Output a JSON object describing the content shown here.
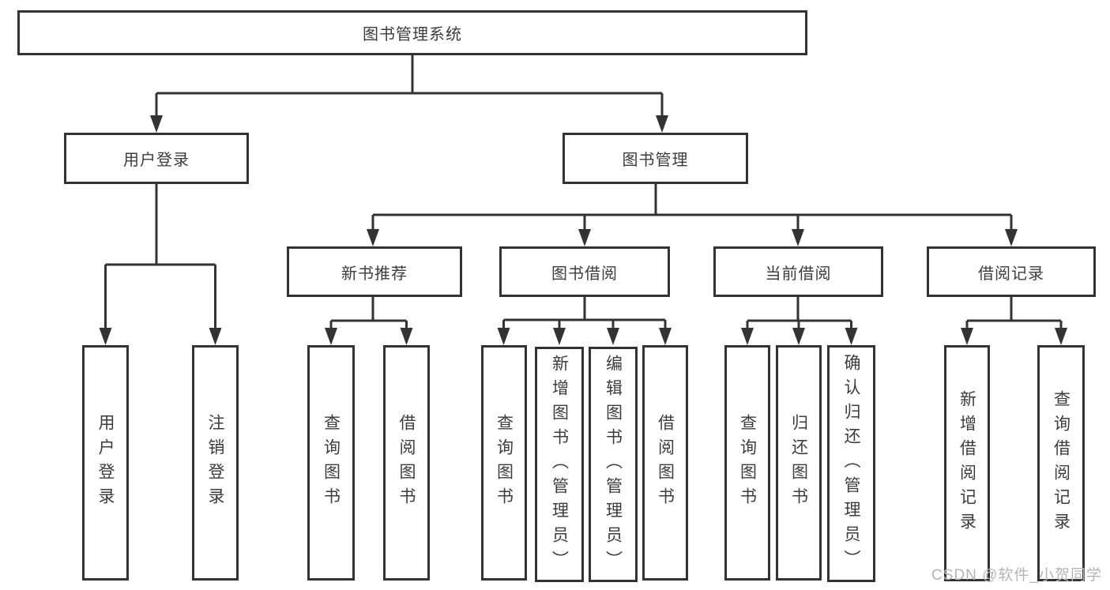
{
  "tree": {
    "root": "图书管理系统",
    "login": {
      "label": "用户登录",
      "children": [
        "用户登录",
        "注销登录"
      ]
    },
    "management": {
      "label": "图书管理",
      "sections": [
        {
          "label": "新书推荐",
          "children": [
            "查询图书",
            "借阅图书"
          ]
        },
        {
          "label": "图书借阅",
          "children": [
            "查询图书",
            "新增图书（管理员）",
            "编辑图书（管理员）",
            "借阅图书"
          ]
        },
        {
          "label": "当前借阅",
          "children": [
            "查询图书",
            "归还图书",
            "确认归还（管理员）"
          ]
        },
        {
          "label": "借阅记录",
          "children": [
            "新增借阅记录",
            "查询借阅记录"
          ]
        }
      ]
    }
  },
  "watermark": {
    "text": "CSDN @软件_小贺同学"
  },
  "colors": {
    "bg": "#ffffff",
    "line": "#333333",
    "border": "#333333",
    "text": "#3c3c3c",
    "watermark": "#b5b5b5"
  }
}
